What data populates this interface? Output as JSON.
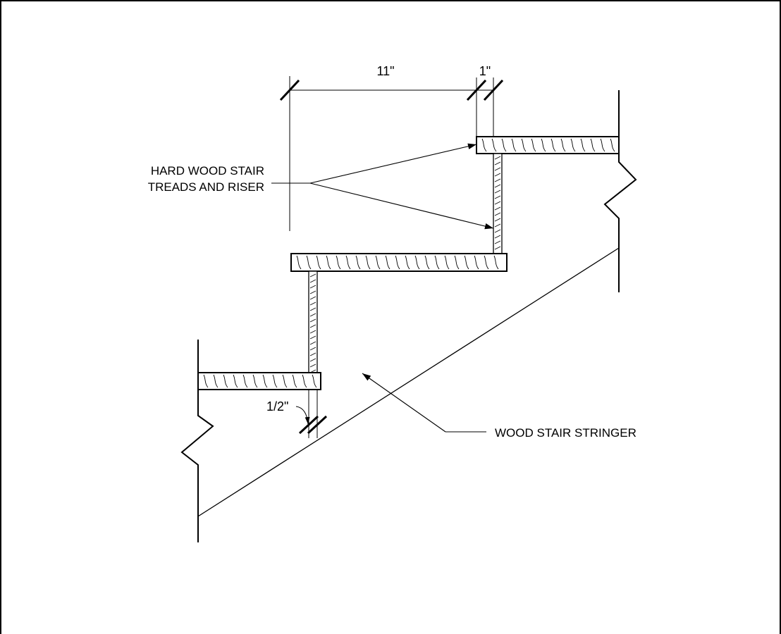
{
  "dimensions": {
    "tread_depth": "11\"",
    "nosing": "1\"",
    "gap": "1/2\""
  },
  "labels": {
    "treads_line1": "HARD WOOD STAIR",
    "treads_line2": "TREADS AND RISER",
    "stringer": "WOOD STAIR STRINGER"
  },
  "colors": {
    "line": "#000000",
    "background": "#ffffff"
  }
}
